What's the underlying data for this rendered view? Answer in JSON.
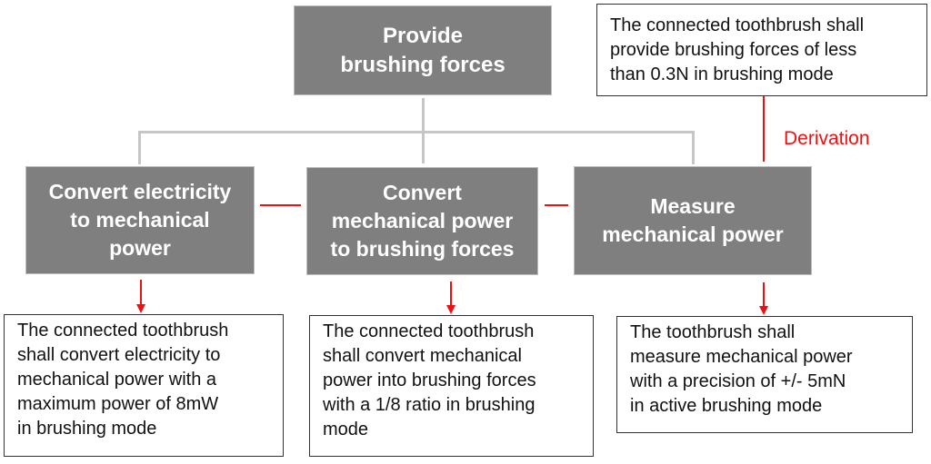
{
  "diagram": {
    "root_function": {
      "label": "Provide\nbrushing forces"
    },
    "root_requirement": {
      "text": "The connected toothbrush shall\nprovide brushing forces of less\nthan 0.3N in brushing mode"
    },
    "derivation_label": "Derivation",
    "sub_functions": [
      {
        "label": "Convert electricity\nto mechanical\npower",
        "requirement": "The connected toothbrush\nshall convert electricity to\nmechanical power with a\nmaximum power of 8mW\nin brushing mode"
      },
      {
        "label": "Convert\nmechanical power\nto brushing forces",
        "requirement": "The connected toothbrush\nshall convert mechanical\npower into brushing forces\nwith a 1/8 ratio in brushing\nmode"
      },
      {
        "label": "Measure\nmechanical power",
        "requirement": "The toothbrush shall\nmeasure mechanical power\nwith a precision of +/- 5mN\nin active brushing mode"
      }
    ],
    "colors": {
      "function_fill": "#7f7f7f",
      "hierarchy_line": "#c6c6c6",
      "derivation": "#ee1111",
      "requirement_border": "#333333"
    }
  }
}
